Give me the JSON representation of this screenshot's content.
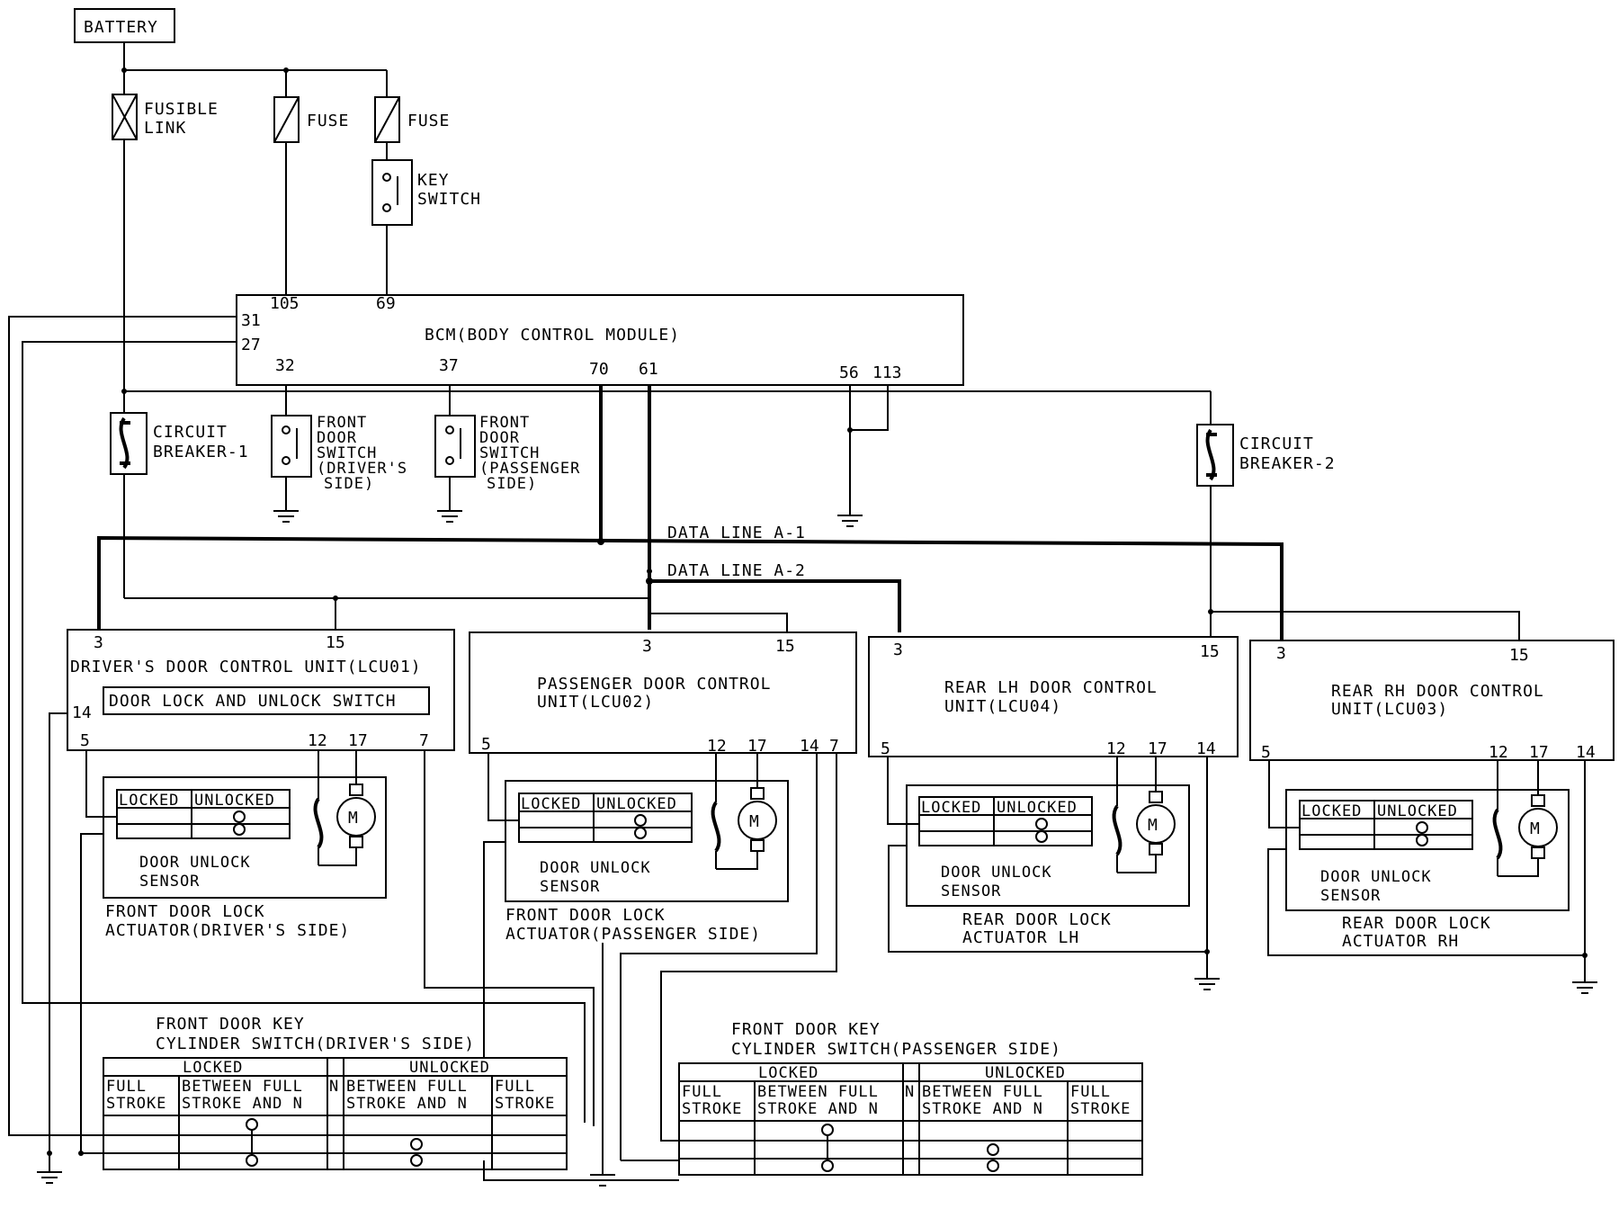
{
  "battery": "BATTERY",
  "fusible_link": [
    "FUSIBLE",
    "LINK"
  ],
  "fuse": "FUSE",
  "key_switch": [
    "KEY",
    "SWITCH"
  ],
  "bcm": {
    "title": "BCM(BODY CONTROL MODULE)",
    "pins": {
      "p105": "105",
      "p69": "69",
      "p31": "31",
      "p27": "27",
      "p32": "32",
      "p37": "37",
      "p70": "70",
      "p61": "61",
      "p56": "56",
      "p113": "113"
    }
  },
  "circuit_breaker_1": [
    "CIRCUIT",
    "BREAKER-1"
  ],
  "circuit_breaker_2": [
    "CIRCUIT",
    "BREAKER-2"
  ],
  "front_door_switch_driver": [
    "FRONT",
    "DOOR",
    "SWITCH",
    "(DRIVER'S",
    "SIDE)"
  ],
  "front_door_switch_passenger": [
    "FRONT",
    "DOOR",
    "SWITCH",
    "(PASSENGER",
    "SIDE)"
  ],
  "data_line_a1": "DATA LINE A-1",
  "data_line_a2": "DATA LINE A-2",
  "lcu01": {
    "title": "DRIVER'S DOOR CONTROL UNIT(LCU01)",
    "switch": "DOOR LOCK AND UNLOCK SWITCH",
    "pins": {
      "p3": "3",
      "p15": "15",
      "p14": "14",
      "p5": "5",
      "p12": "12",
      "p17": "17",
      "p7": "7"
    }
  },
  "lcu02": {
    "title": [
      "PASSENGER DOOR CONTROL",
      "UNIT(LCU02)"
    ],
    "pins": {
      "p3": "3",
      "p15": "15",
      "p5": "5",
      "p12": "12",
      "p17": "17",
      "p14": "14",
      "p7": "7"
    }
  },
  "lcu04": {
    "title": [
      "REAR LH DOOR CONTROL",
      "UNIT(LCU04)"
    ],
    "pins": {
      "p3": "3",
      "p15": "15",
      "p5": "5",
      "p12": "12",
      "p17": "17",
      "p14": "14"
    }
  },
  "lcu03": {
    "title": [
      "REAR RH DOOR CONTROL",
      "UNIT(LCU03)"
    ],
    "pins": {
      "p3": "3",
      "p15": "15",
      "p5": "5",
      "p12": "12",
      "p17": "17",
      "p14": "14"
    }
  },
  "sensor": {
    "locked": "LOCKED",
    "unlocked": "UNLOCKED",
    "label": [
      "DOOR UNLOCK",
      "SENSOR"
    ],
    "motor": "M"
  },
  "actuator_driver": [
    "FRONT DOOR LOCK",
    "ACTUATOR(DRIVER'S SIDE)"
  ],
  "actuator_passenger": [
    "FRONT DOOR LOCK",
    "ACTUATOR(PASSENGER SIDE)"
  ],
  "actuator_rear_lh": [
    "REAR DOOR LOCK",
    "ACTUATOR LH"
  ],
  "actuator_rear_rh": [
    "REAR DOOR LOCK",
    "ACTUATOR RH"
  ],
  "key_cyl_driver": [
    "FRONT DOOR KEY",
    "CYLINDER SWITCH(DRIVER'S SIDE)"
  ],
  "key_cyl_passenger": [
    "FRONT DOOR KEY",
    "CYLINDER SWITCH(PASSENGER SIDE)"
  ],
  "key_cyl_table": {
    "locked": "LOCKED",
    "unlocked": "UNLOCKED",
    "full_stroke": [
      "FULL",
      "STROKE"
    ],
    "between": [
      "BETWEEN FULL",
      "STROKE AND N"
    ],
    "n": "N"
  }
}
